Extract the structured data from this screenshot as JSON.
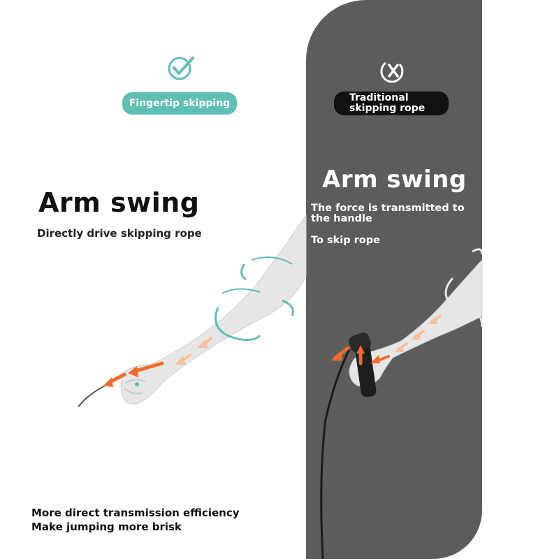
{
  "left": {
    "badge": "Fingertip skipping",
    "title": "Arm swing",
    "subtitle": "Directly drive skipping rope",
    "footer_line1": "More direct transmission efficiency",
    "footer_line2": "Make jumping more brisk"
  },
  "right": {
    "badge_line1": "Traditional",
    "badge_line2": "skipping rope",
    "title": "Arm swing",
    "desc_line1": "The force is transmitted to the handle",
    "desc_line2": "To skip rope"
  },
  "icons": {
    "left": "check-circle-icon",
    "right": "x-circle-icon"
  },
  "colors": {
    "teal": "#5fbfb2",
    "orange": "#f26b2d",
    "dark_panel": "#5c5c5c",
    "badge_dark": "#111111"
  }
}
